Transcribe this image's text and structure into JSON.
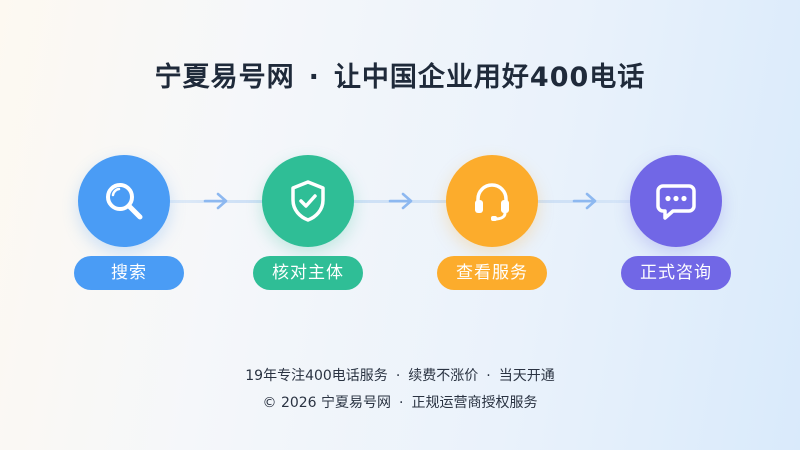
{
  "header": {
    "brand": "宁夏易号网",
    "separator": "·",
    "slogan": "让中国企业用好400电话"
  },
  "steps": [
    {
      "label": "搜索",
      "icon": "search-icon",
      "color": "#4a9cf5"
    },
    {
      "label": "核对主体",
      "icon": "shield-check-icon",
      "color": "#2fbe96"
    },
    {
      "label": "查看服务",
      "icon": "headset-icon",
      "color": "#fcac2c"
    },
    {
      "label": "正式咨询",
      "icon": "chat-bubble-icon",
      "color": "#7167e6"
    }
  ],
  "footer": {
    "line1": [
      "19年专注400电话服务",
      "续费不涨价",
      "当天开通"
    ],
    "separator": "·",
    "copyright": [
      "© 2026 宁夏易号网",
      "正规运营商授权服务"
    ]
  },
  "colors": {
    "title_text": "#1f2a3a",
    "arrow": "#8db8f0",
    "connector": "#cfe1f6"
  }
}
